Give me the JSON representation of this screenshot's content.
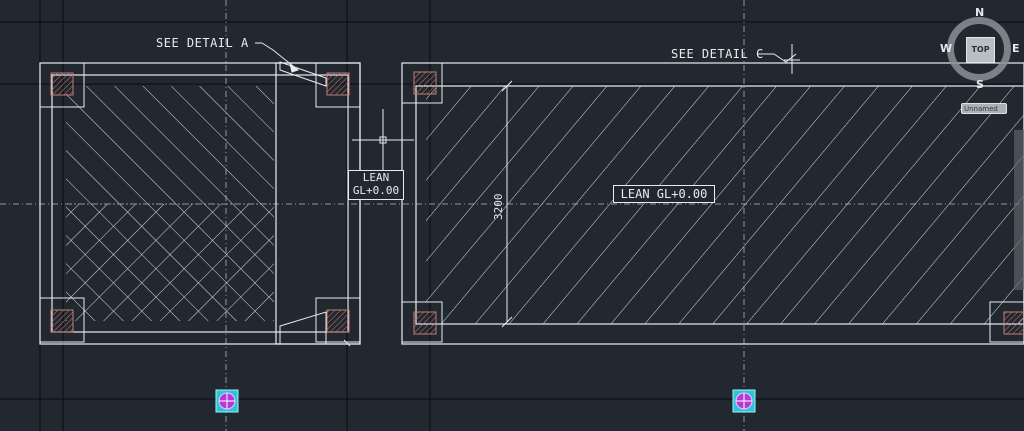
{
  "labels": {
    "detail_a": "SEE DETAIL A",
    "detail_c": "SEE DETAIL C",
    "lean_small_line1": "LEAN",
    "lean_small_line2": "GL+0.00",
    "lean_large": "LEAN GL+0.00",
    "dimension_3200": "3200"
  },
  "viewcube": {
    "north": "N",
    "south": "S",
    "east": "E",
    "west": "W",
    "face": "TOP",
    "ucs_menu": "Unnamed"
  },
  "colors": {
    "background": "#212830",
    "geometry": "#e8ecef",
    "grid": "#0b0d10",
    "hatch": "#d8dde2",
    "column_hatch": "#c87b74",
    "marker_fill": "#2ec4d6",
    "marker_core": "#b23bd8"
  }
}
